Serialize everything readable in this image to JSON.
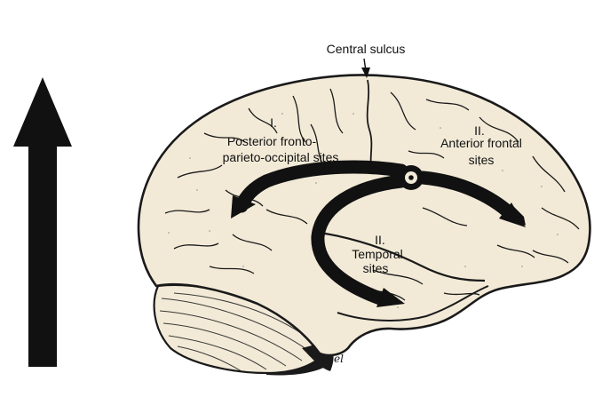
{
  "labels": {
    "central_sulcus": "Central sulcus",
    "region1_numeral": "I.",
    "region1_line1": "Posterior fronto-",
    "region1_line2": "parieto-occipital sites",
    "region2a_numeral": "II.",
    "region2a_line1": "Anterior frontal",
    "region2a_line2": "sites",
    "region2b_numeral": "II.",
    "region2b_line1": "Temporal",
    "region2b_line2": "sites"
  },
  "signature": "el",
  "colors": {
    "brain_fill": "#f2ead7",
    "outline": "#1a1a1a",
    "arrow": "#111111",
    "background": "#ffffff"
  }
}
